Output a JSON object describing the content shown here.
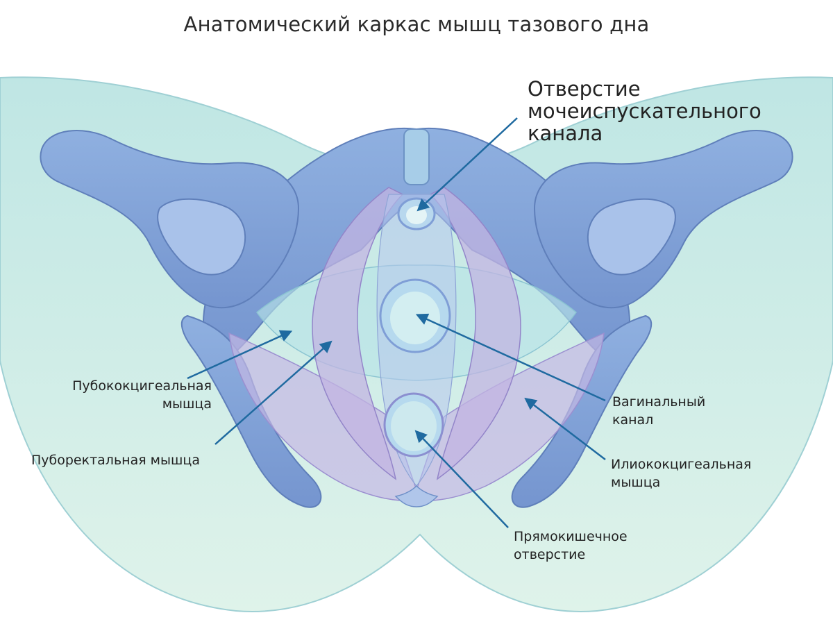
{
  "title": "Анатомический каркас мышц тазового дна",
  "labels": {
    "urethral_opening": [
      "Отверстие",
      "мочеиспускательного",
      "канала"
    ],
    "pubococcygeus": [
      "Пубококцигеальная",
      "мышца"
    ],
    "puborectalis": [
      "Пуборектальная мышца"
    ],
    "vaginal_canal": [
      "Вагинальный",
      "канал"
    ],
    "iliococcygeus": [
      "Илиококцигеальная",
      "мышца"
    ],
    "rectal_opening": [
      "Прямокишечное",
      "отверстие"
    ]
  },
  "colors": {
    "bone": "#7f9ed6",
    "bone_outline": "#5f7fba",
    "muscle": "#b7aede",
    "background_tissue": "#cdeee6",
    "pointer_line": "#1f6aa0"
  }
}
